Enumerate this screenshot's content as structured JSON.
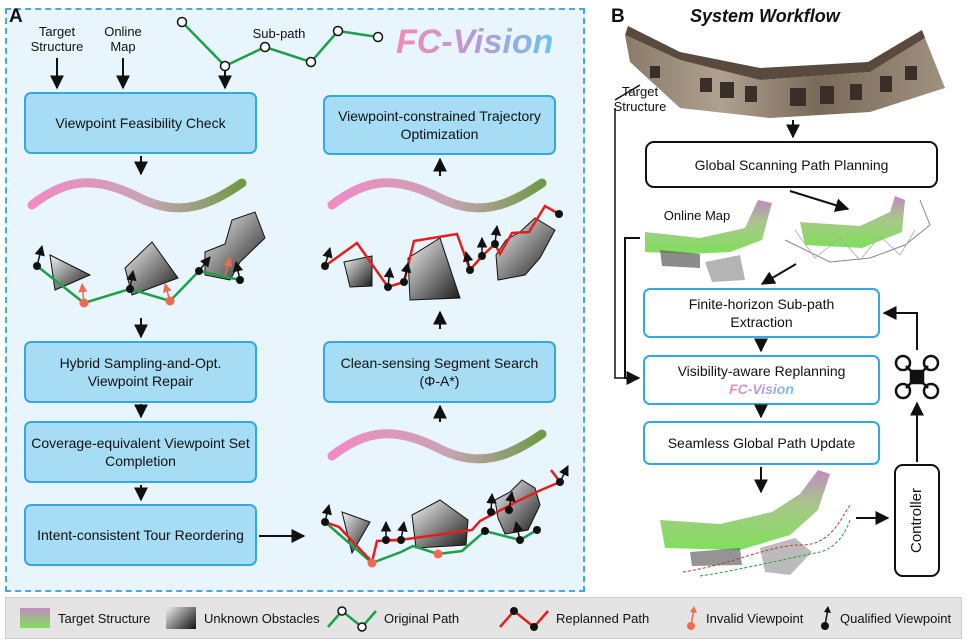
{
  "panel_a": {
    "letter": "A",
    "inputs": {
      "target_structure": "Target\nStructure",
      "online_map": "Online\nMap",
      "sub_path": "Sub-path"
    },
    "brand": "FC-Vision",
    "steps": {
      "feasibility": "Viewpoint Feasibility Check",
      "repair": "Hybrid Sampling-and-Opt. Viewpoint Repair",
      "completion": "Coverage-equivalent Viewpoint Set Completion",
      "reordering": "Intent-consistent Tour Reordering",
      "search": "Clean-sensing Segment Search (Φ-A*)",
      "trajectory": "Viewpoint-constrained Trajectory Optimization"
    }
  },
  "panel_b": {
    "letter": "B",
    "title": "System Workflow",
    "target_structure": "Target\nStructure",
    "online_map": "Online Map",
    "steps": {
      "global_planning": "Global Scanning Path Planning",
      "subpath_extraction": "Finite-horizon Sub-path Extraction",
      "replanning": "Visibility-aware Replanning",
      "replanning_brand": "FC-Vision",
      "update": "Seamless Global Path Update",
      "controller": "Controller"
    }
  },
  "legend": {
    "target_structure": "Target Structure",
    "unknown_obstacles": "Unknown Obstacles",
    "original_path": "Original Path",
    "replanned_path": "Replanned Path",
    "invalid_viewpoint": "Invalid Viewpoint",
    "qualified_viewpoint": "Qualified Viewpoint"
  },
  "colors": {
    "box_fill": "#a6dcf4",
    "box_border": "#35a8e0",
    "panel_bg": "#e9f5fc",
    "original_path": "#1aa14a",
    "replanned_path": "#e41e1e",
    "invalid_viewpoint": "#f06a4f",
    "target_pink": "#e58bbf",
    "target_green": "#7bd84a"
  }
}
